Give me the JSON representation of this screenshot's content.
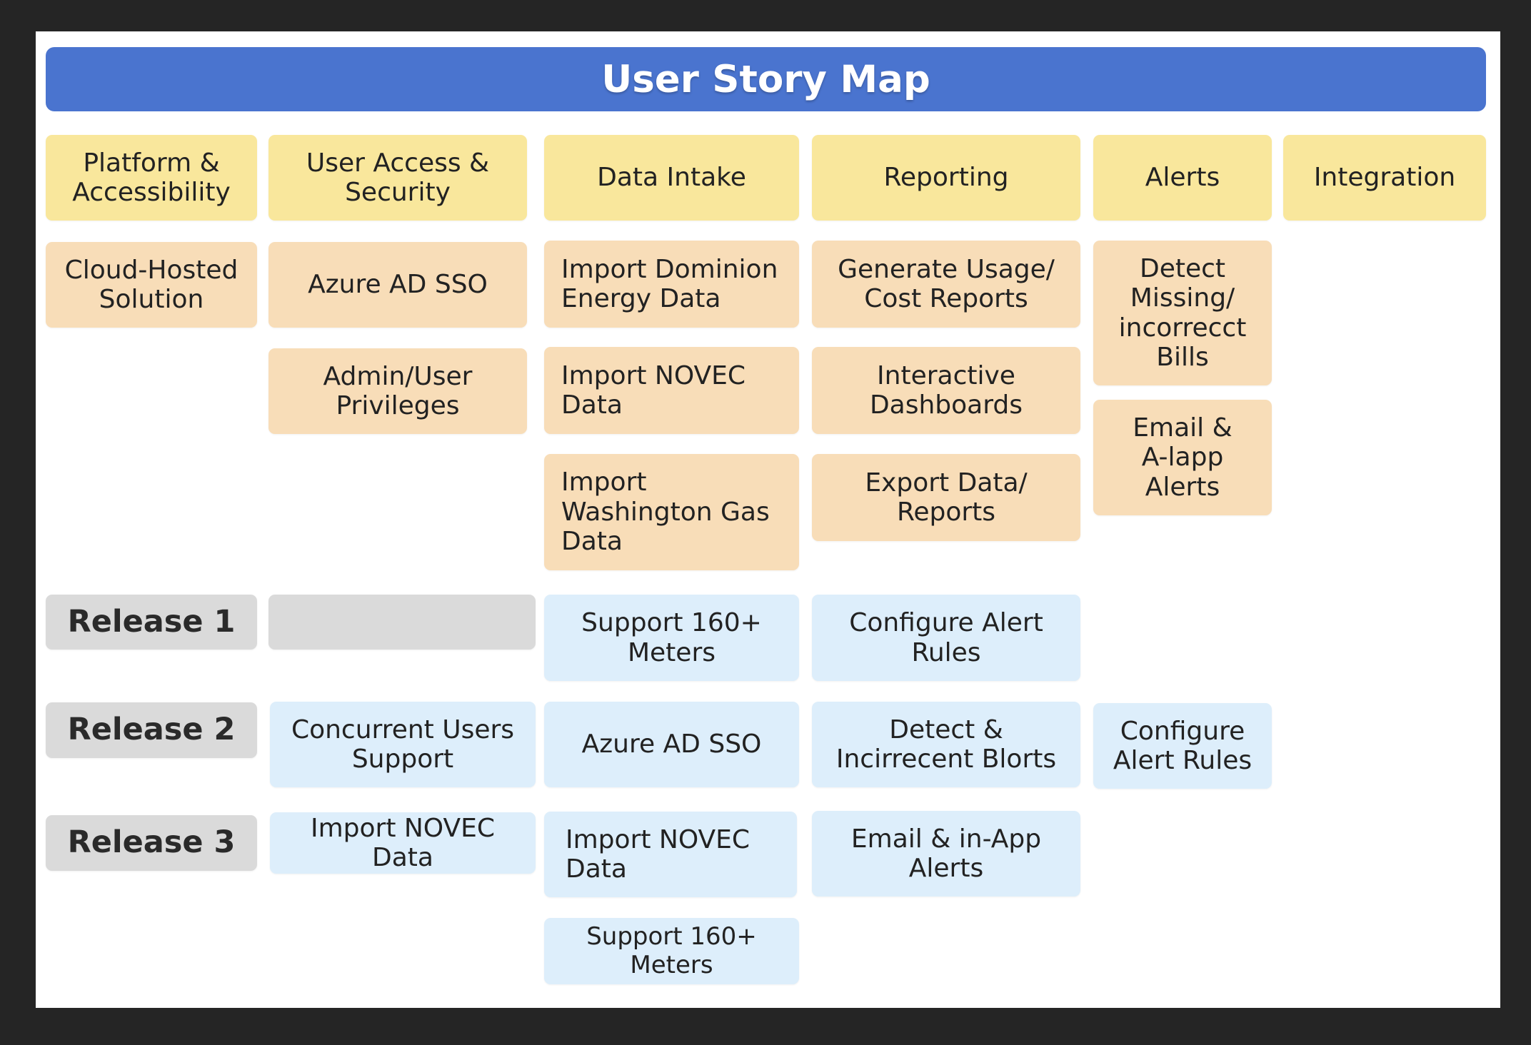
{
  "title": "User Story Map",
  "activities": [
    "Platform &\nAccessibility",
    "User Access &\nSecurity",
    "Data Intake",
    "Reporting",
    "Alerts",
    "Integration"
  ],
  "stories": {
    "platform": [
      "Cloud-Hosted\nSolution"
    ],
    "access": [
      "Azure AD SSO",
      "Admin/User\nPrivileges"
    ],
    "intake": [
      "Import Dominion\nEnergy Data",
      "Import NOVEC\nData",
      "Import\nWashington Gas\nData"
    ],
    "reporting": [
      "Generate Usage/\nCost Reports",
      "Interactive\nDashboards",
      "Export Data/\nReports"
    ],
    "alerts": [
      "Detect\nMissing/\nincorrecct\nBills",
      "Email &\nA-lapp\nAlerts"
    ]
  },
  "releases": [
    {
      "label": "Release 1",
      "items": [
        "Support 160+\nMeters",
        "Configure Alert\nRules"
      ]
    },
    {
      "label": "Release 2",
      "items": [
        "Concurrent Users\nSupport",
        "Azure AD SSO",
        "Detect &\nIncirrecent Blorts",
        "Configure\nAlert Rules"
      ]
    },
    {
      "label": "Release 3",
      "items": [
        "Import NOVEC Data",
        "Import NOVEC\nData",
        "Email & in-App\nAlerts",
        "Support 160+ Meters"
      ]
    }
  ],
  "colors": {
    "title_bar": "#4a74cf",
    "activity": "#f9e79c",
    "story": "#f8ddb8",
    "release_item": "#ddeefb",
    "release_label": "#dadada"
  }
}
